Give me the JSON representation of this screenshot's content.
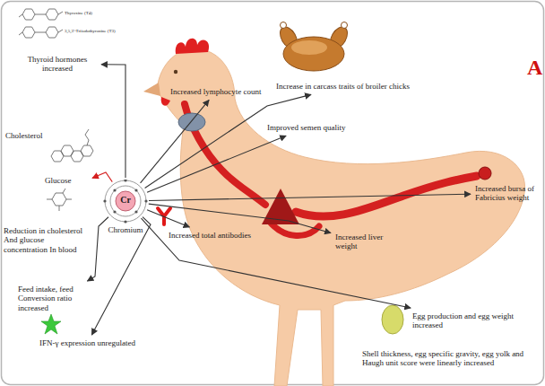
{
  "diagram": {
    "nodes": [
      {
        "text": [
          "Cr",
          "Chromium"
        ]
      },
      {
        "text": [
          "Thyroid hormones increased"
        ]
      },
      {
        "text": [
          "Cholesterol",
          "Glucose",
          "Reduction in cholesterol And glucose concentration In blood"
        ]
      },
      {
        "text": [
          "Increased lymphocyte count"
        ]
      },
      {
        "text": [
          "Increase in carcass traits of broiler chicks"
        ]
      },
      {
        "text": [
          "Improved semen quality"
        ]
      },
      {
        "text": [
          "Increased bursa of Fabricius weight"
        ]
      },
      {
        "text": [
          "Increased liver weight"
        ]
      },
      {
        "text": [
          "Increased total antibodies"
        ]
      },
      {
        "text": [
          "Feed intake, feed Conversion ratio increased"
        ]
      },
      {
        "text": [
          "IFN-γ expression unregulated"
        ]
      },
      {
        "text": [
          "Egg production and egg weight increased"
        ]
      },
      {
        "text": [
          "Shell thickness, egg specific gravity, egg yolk and Haugh unit score were linearly increased"
        ]
      }
    ],
    "edges": [
      {
        "from": 0,
        "to": 1,
        "arrow": "to"
      },
      {
        "from": 0,
        "to": 2,
        "arrow": "to"
      },
      {
        "from": 0,
        "to": 3,
        "arrow": "to"
      },
      {
        "from": 0,
        "to": 4,
        "arrow": "to"
      },
      {
        "from": 0,
        "to": 5,
        "arrow": "to"
      },
      {
        "from": 0,
        "to": 6,
        "arrow": "to"
      },
      {
        "from": 0,
        "to": 7,
        "arrow": "to"
      },
      {
        "from": 0,
        "to": 8,
        "arrow": "to"
      },
      {
        "from": 0,
        "to": 9,
        "arrow": "to"
      },
      {
        "from": 0,
        "to": 10,
        "arrow": "to"
      },
      {
        "from": 0,
        "to": 11,
        "arrow": "to"
      }
    ],
    "labels": [
      "Thyroxine (T4)",
      "3,5,3'-Triiodothyronine (T3)",
      "A"
    ]
  }
}
